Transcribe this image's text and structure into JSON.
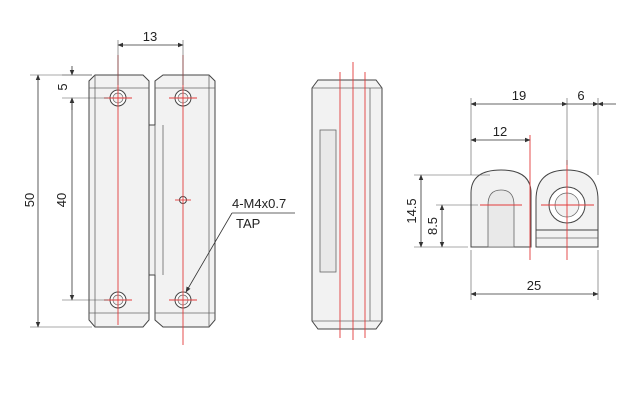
{
  "dimensions": {
    "front_top_width": "13",
    "front_top_offset": "5",
    "front_hole_pitch": "40",
    "front_total_height": "50",
    "side_width_19": "19",
    "side_offset_6": "6",
    "side_inner_12": "12",
    "side_height_14_5": "14.5",
    "side_height_8_5": "8.5",
    "side_total_25": "25"
  },
  "callout": {
    "line1": "4-M4x0.7",
    "line2": "TAP"
  }
}
